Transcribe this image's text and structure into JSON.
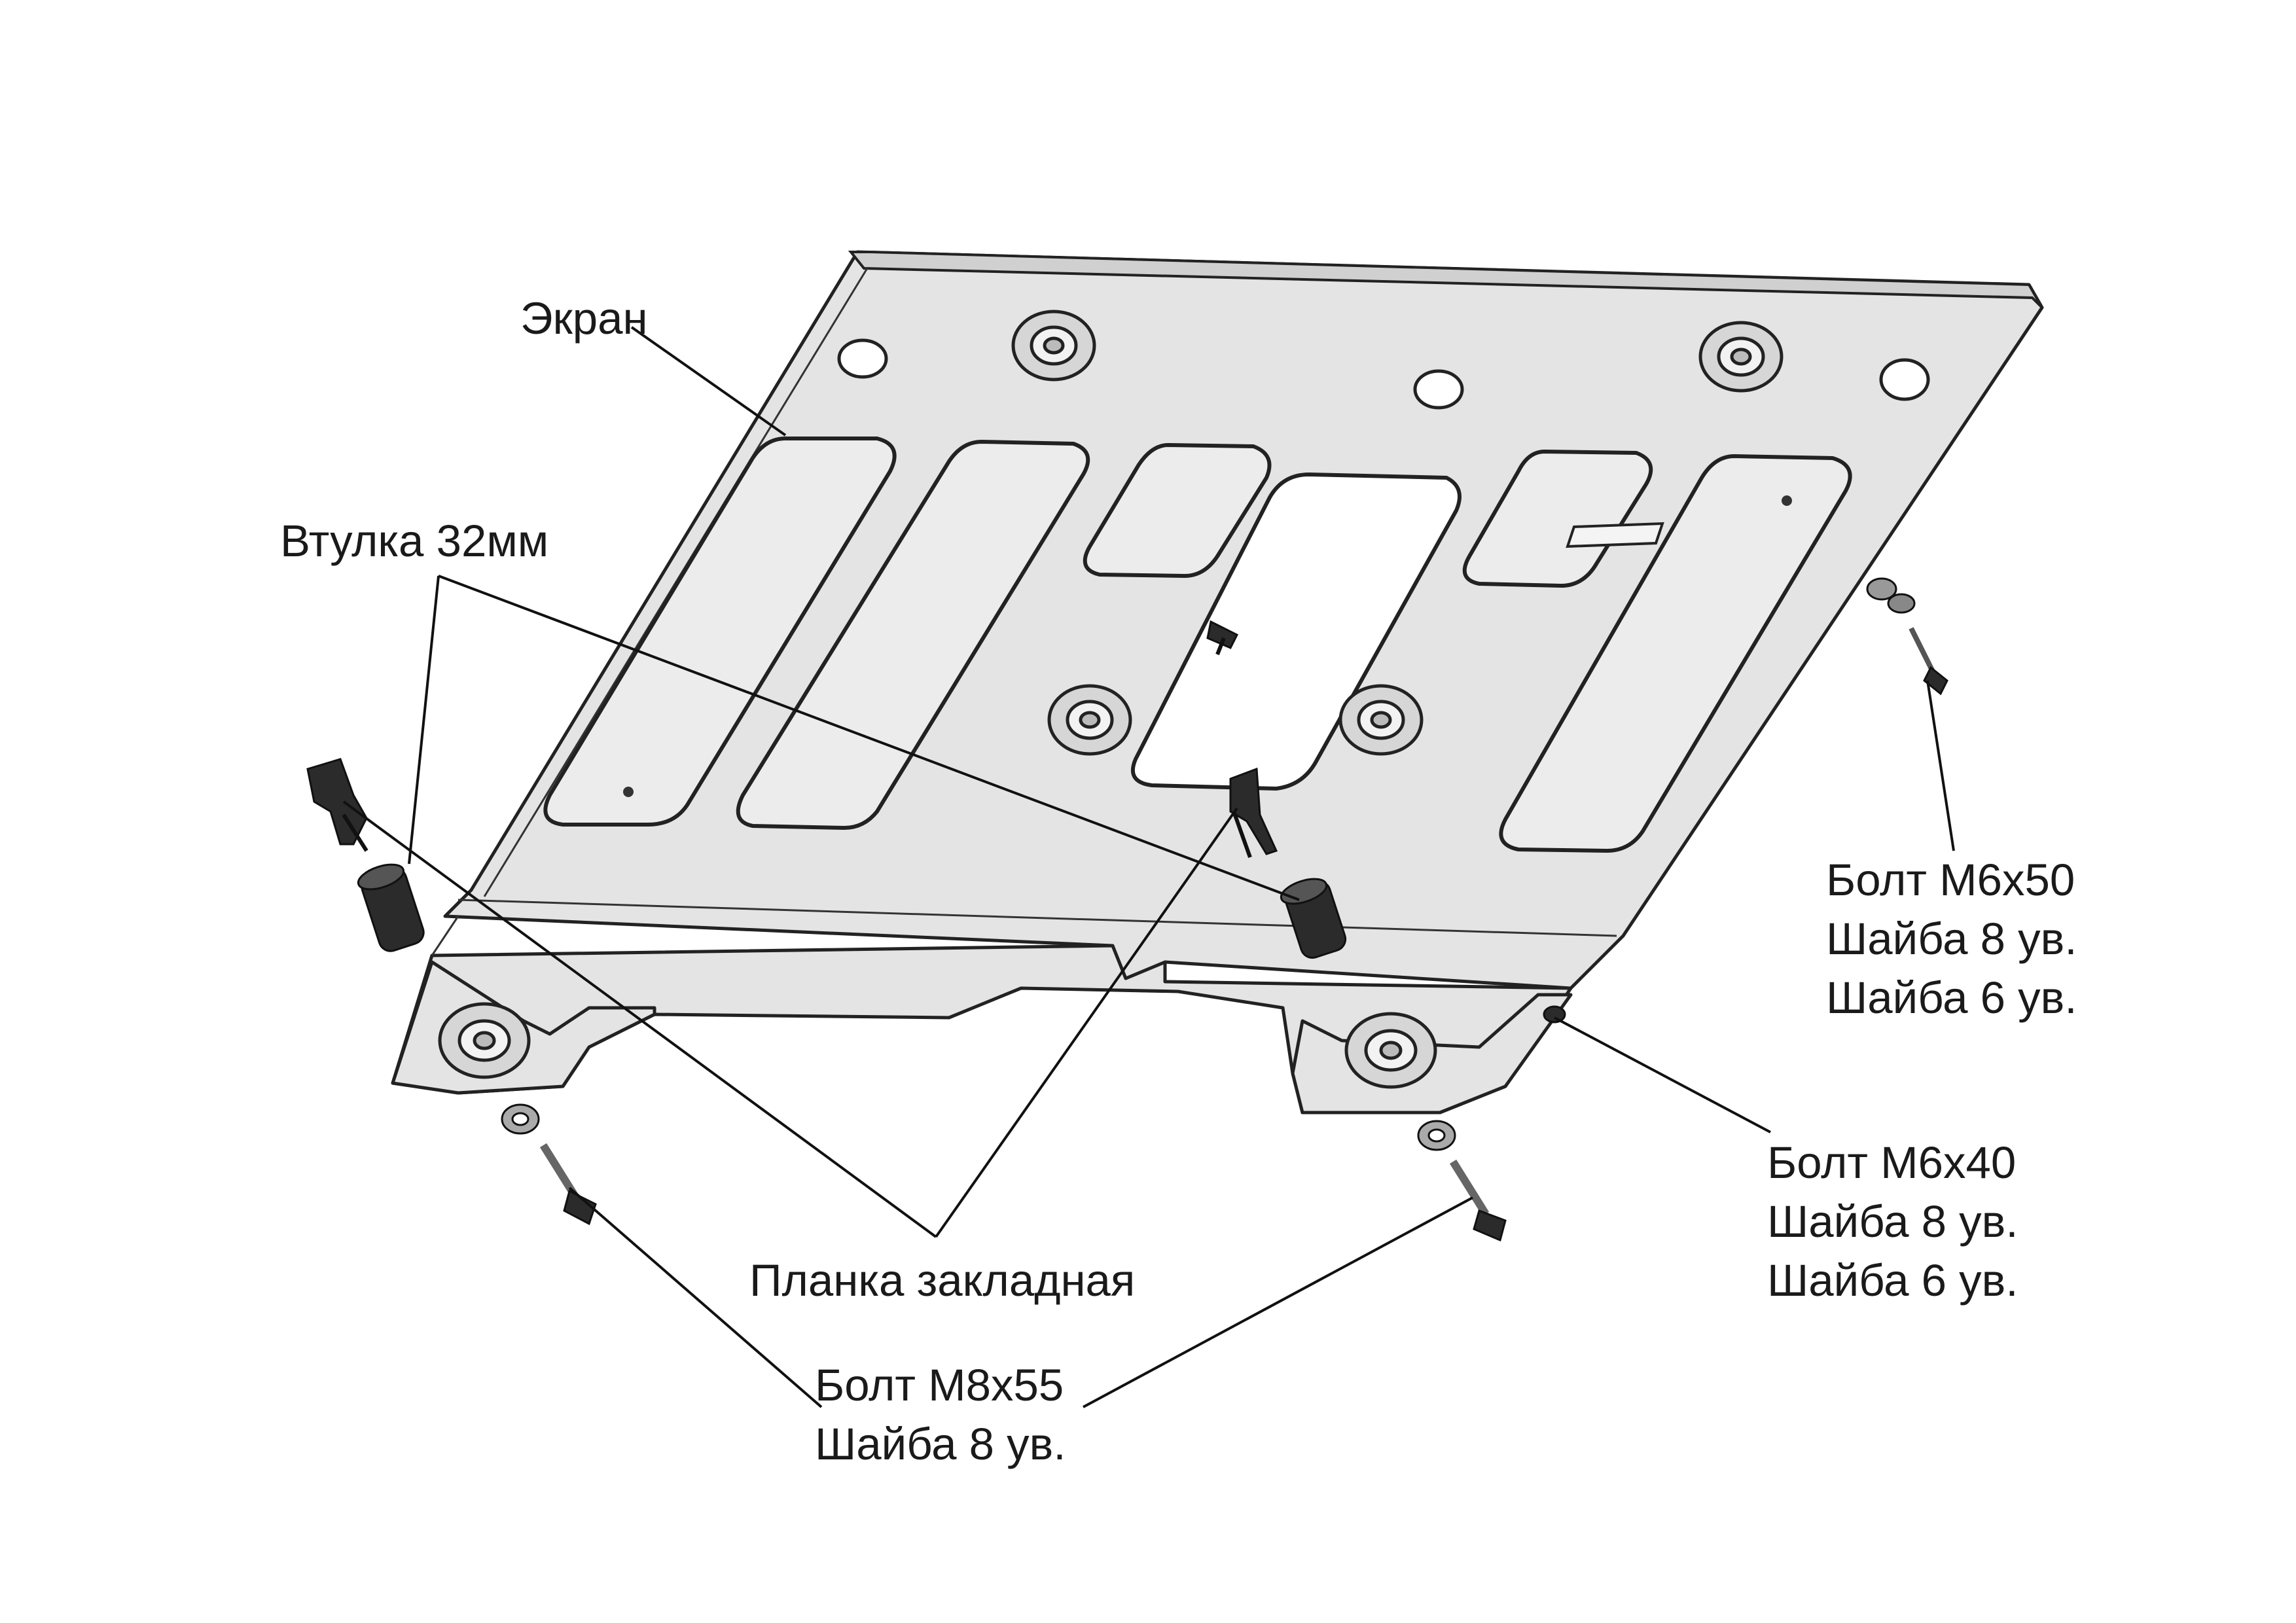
{
  "labels": {
    "screen": "Экран",
    "bushing": "Втулка 32мм",
    "bolt_m6x50": [
      "Болт М6х50",
      "Шайба 8 ув.",
      "Шайба 6 ув."
    ],
    "bolt_m6x40": [
      "Болт М6х40",
      "Шайба 8 ув.",
      "Шайба 6 ув."
    ],
    "plate": "Планка закладная",
    "bolt_m8x55": [
      "Болт М8х55",
      "Шайба 8 ув."
    ]
  },
  "colors": {
    "plate_fill": "#e4e4e4",
    "plate_edge": "#222222",
    "hardware": "#2b2b2b",
    "leader": "#111111"
  }
}
